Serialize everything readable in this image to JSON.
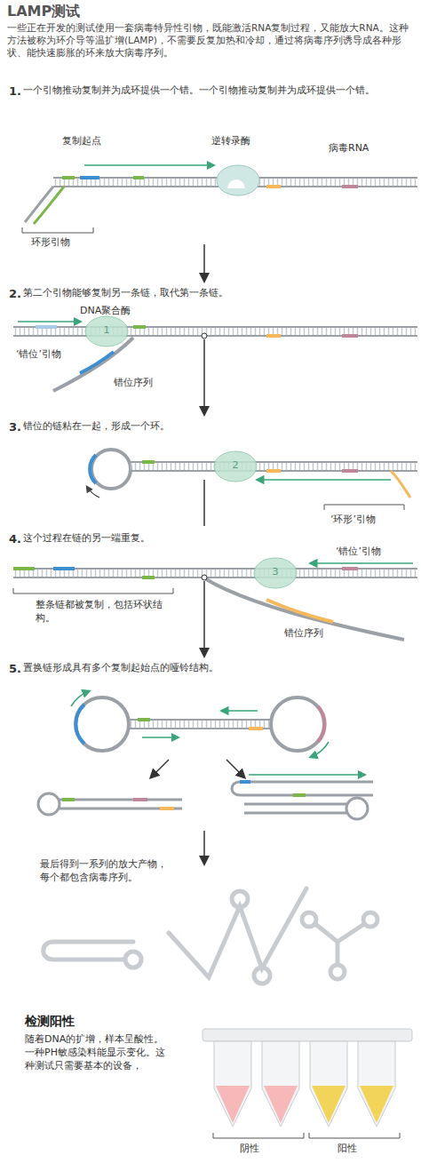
{
  "diagram": {
    "title": "LAMP测试",
    "labels": [
      "一些正在开发的测试使用一套病毒特异性引物，既能激活RNA复制过程，又能放大RNA。这种方法被称为环介导等温扩增(LAMP)，不需要反复加热和冷却，通过将病毒序列诱导成各种形状、能快速膨胀的环来放大病毒序列。",
      "1.",
      "一个引物推动复制并为成环提供一个错。一个引物推动复制并为成环提供一个错。",
      "复制起点",
      "逆转录酶",
      "病毒RNA",
      "环形引物",
      "2.",
      "第二个引物能够复制另一条链，取代第一条链。",
      "DNA聚合酶",
      "1",
      "‘错位’引物",
      "错位序列",
      "3.",
      "错位的链粘在一起，形成一个环。",
      "2",
      "‘环形’引物",
      "4.",
      "这个过程在链的另一端重复。",
      "‘错位’引物",
      "3",
      "整条链都被复制，包括环状结构。",
      "错位序列",
      "5.",
      "置换链形成具有多个复制起始点的哑铃结构。",
      "最后得到一系列的放大产物，每个都包含病毒序列。",
      "检测阳性",
      "随着DNA的扩增，样本呈酸性。一种PH敏感染料能显示变化。这种测试只需要基本的设备，",
      "阴性",
      "阳性"
    ]
  }
}
